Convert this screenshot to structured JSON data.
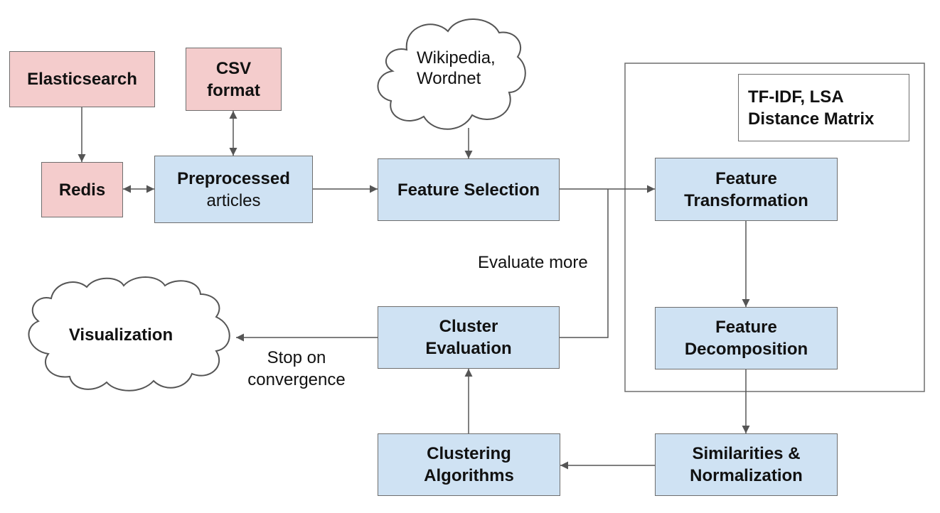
{
  "diagram": {
    "nodes": {
      "elasticsearch": "Elasticsearch",
      "csv": [
        "CSV",
        "format"
      ],
      "redis": "Redis",
      "preprocessed": [
        "Preprocessed",
        "articles"
      ],
      "wiki_cloud": [
        "Wikipedia,",
        "Wordnet"
      ],
      "feature_selection": "Feature Selection",
      "tfidf": [
        "TF-IDF, LSA",
        "Distance Matrix"
      ],
      "feature_transformation": [
        "Feature",
        "Transformation"
      ],
      "feature_decomposition": [
        "Feature",
        "Decomposition"
      ],
      "similarities": [
        "Similarities &",
        "Normalization"
      ],
      "clustering": [
        "Clustering",
        "Algorithms"
      ],
      "cluster_evaluation": [
        "Cluster",
        "Evaluation"
      ],
      "visualization": "Visualization"
    },
    "edge_labels": {
      "evaluate_more": "Evaluate more",
      "stop": [
        "Stop on",
        "convergence"
      ]
    },
    "colors": {
      "source_fill": "#f4cccc",
      "process_fill": "#cfe2f3",
      "stroke": "#6e6e6e",
      "arrow": "#555555"
    }
  }
}
